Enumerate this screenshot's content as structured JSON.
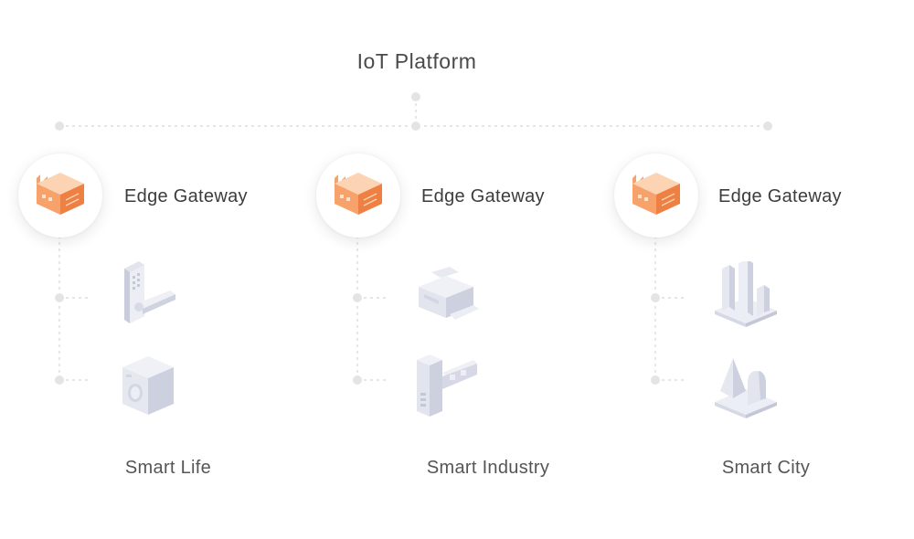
{
  "diagram": {
    "title": "IoT Platform",
    "colors": {
      "accent": "#f7a26a",
      "accent_dark": "#ee8043",
      "line": "#dddddd",
      "device": "#d9dbe6"
    },
    "gateways": [
      {
        "label": "Edge Gateway",
        "icon": "gateway-icon",
        "category": "Smart Life",
        "devices": [
          {
            "icon": "door-lock-icon"
          },
          {
            "icon": "washing-machine-icon"
          }
        ]
      },
      {
        "label": "Edge Gateway",
        "icon": "gateway-icon",
        "category": "Smart Industry",
        "devices": [
          {
            "icon": "printer-icon"
          },
          {
            "icon": "industrial-cabinet-icon"
          }
        ]
      },
      {
        "label": "Edge Gateway",
        "icon": "gateway-icon",
        "category": "Smart City",
        "devices": [
          {
            "icon": "city-buildings-icon"
          },
          {
            "icon": "landmark-icon"
          }
        ]
      }
    ]
  }
}
